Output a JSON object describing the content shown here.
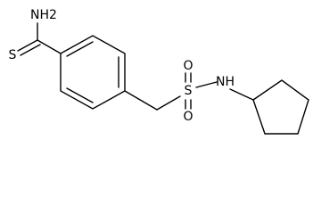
{
  "molecule": {
    "atoms": {
      "amide_n": "NH2",
      "thio_s": "S",
      "sulfonyl_o1": "O",
      "sulfonyl_s": "S",
      "sulfonyl_o2": "O",
      "sulfonamide_n": "NH"
    }
  },
  "colors": {
    "bond": "#000000",
    "text": "#000000",
    "background": "#ffffff"
  }
}
